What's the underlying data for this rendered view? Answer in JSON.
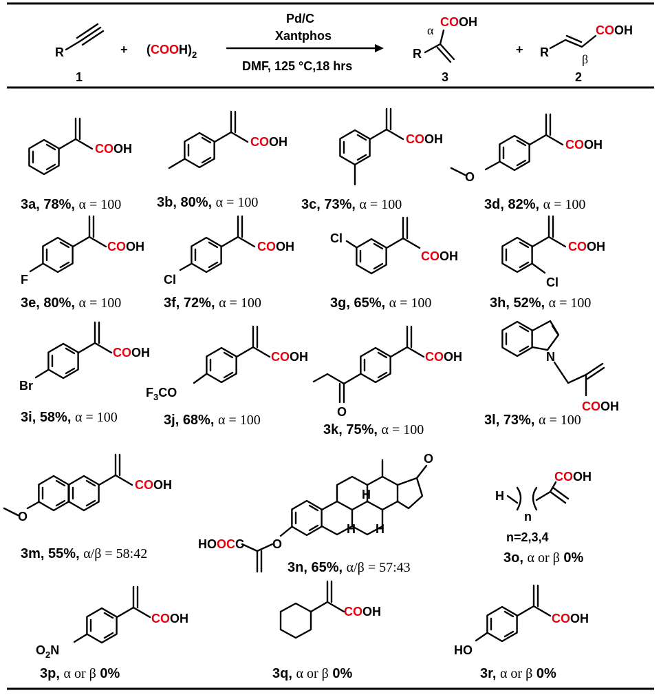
{
  "scheme": {
    "reactant_1_label": "1",
    "reactant_R": "R",
    "plus": "+",
    "oxalic_open": "(",
    "oxalic_co": "COO",
    "oxalic_h": "H)",
    "oxalic_sub": "2",
    "catalyst": "Pd/C",
    "ligand": "Xantphos",
    "conditions": "DMF, 125 °C,18 hrs",
    "product_3_label": "3",
    "product_2_label": "2",
    "alpha": "α",
    "beta": "β",
    "cooh": "COOH"
  },
  "compounds": [
    {
      "id": "3a",
      "yield": "78%",
      "sel": "α = 100"
    },
    {
      "id": "3b",
      "yield": "80%",
      "sel": "α = 100"
    },
    {
      "id": "3c",
      "yield": "73%",
      "sel": "α = 100"
    },
    {
      "id": "3d",
      "yield": "82%",
      "sel": "α = 100"
    },
    {
      "id": "3e",
      "yield": "80%",
      "sel": "α = 100"
    },
    {
      "id": "3f",
      "yield": "72%",
      "sel": "α = 100"
    },
    {
      "id": "3g",
      "yield": "65%",
      "sel": "α = 100"
    },
    {
      "id": "3h",
      "yield": "52%",
      "sel": "α = 100"
    },
    {
      "id": "3i",
      "yield": "58%",
      "sel": "α = 100"
    },
    {
      "id": "3j",
      "yield": "68%",
      "sel": "α = 100"
    },
    {
      "id": "3k",
      "yield": "75%",
      "sel": "α = 100"
    },
    {
      "id": "3l",
      "yield": "73%",
      "sel": "α = 100"
    },
    {
      "id": "3m",
      "yield": "55%",
      "sel": "α/β = 58:42"
    },
    {
      "id": "3n",
      "yield": "65%",
      "sel": "α/β = 57:43"
    },
    {
      "id": "3o",
      "sel_text": "α or β",
      "yield": "0%"
    },
    {
      "id": "3p",
      "sel_text": "α or β",
      "yield": "0%"
    },
    {
      "id": "3q",
      "sel_text": "α or β",
      "yield": "0%"
    },
    {
      "id": "3r",
      "sel_text": "α or β",
      "yield": "0%"
    }
  ],
  "substituents": {
    "F": "F",
    "Cl": "Cl",
    "Br": "Br",
    "F3CO": "F",
    "F3CO_sub": "3",
    "F3CO_rest": "CO",
    "O": "O",
    "N": "N",
    "HO": "HO",
    "H": "H",
    "n": "n",
    "n_values": "n=2,3,4",
    "HOOC_H": "HO",
    "HOOC_OC": "OC",
    "NO2_O": "O",
    "NO2_sub": "2",
    "NO2_N": "N"
  }
}
